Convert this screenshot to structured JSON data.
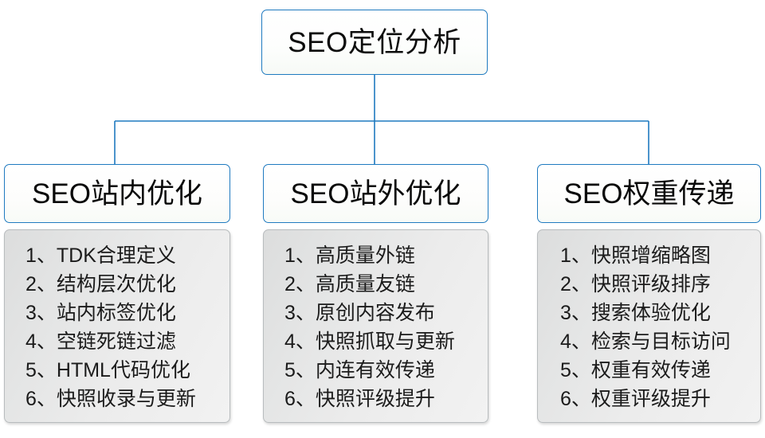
{
  "diagram": {
    "root": {
      "title": "SEO定位分析"
    },
    "columns": [
      {
        "header": "SEO站内优化",
        "items": [
          "1、TDK合理定义",
          "2、结构层次优化",
          "3、站内标签优化",
          "4、空链死链过滤",
          "5、HTML代码优化",
          "6、快照收录与更新"
        ]
      },
      {
        "header": "SEO站外优化",
        "items": [
          "1、高质量外链",
          "2、高质量友链",
          "3、原创内容发布",
          "4、快照抓取与更新",
          "5、内连有效传递",
          "6、快照评级提升"
        ]
      },
      {
        "header": "SEO权重传递",
        "items": [
          "1、快照增缩略图",
          "2、快照评级排序",
          "3、搜索体验优化",
          "4、检索与目标访问",
          "5、权重有效传递",
          "6、权重评级提升"
        ]
      }
    ],
    "colors": {
      "connector": "#1f7ac0",
      "node_border": "#1f7ac0",
      "panel_border": "#b8bcbe",
      "text": "#111111"
    }
  }
}
